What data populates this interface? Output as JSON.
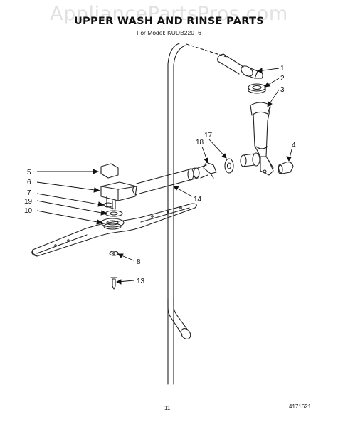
{
  "watermark": "AppliancePartsPros.com",
  "title": "UPPER WASH AND RINSE PARTS",
  "subtitle": "For Model: KUDB220T6",
  "callouts": [
    "1",
    "2",
    "3",
    "4",
    "17",
    "18",
    "14",
    "5",
    "6",
    "7",
    "19",
    "10",
    "8",
    "13"
  ],
  "footer": {
    "page": "11",
    "doc_number": "4171621"
  }
}
